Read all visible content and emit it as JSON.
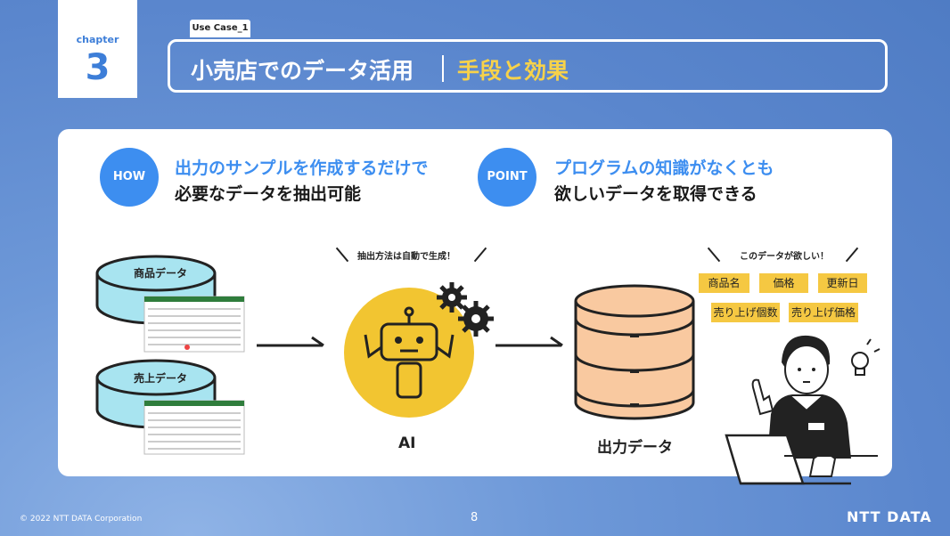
{
  "chapter": {
    "label": "chapter",
    "number": "3"
  },
  "header": {
    "usecase": "Use Case_1",
    "title_main": "小売店でのデータ活用",
    "title_accent": "手段と効果"
  },
  "how": {
    "badge": "HOW",
    "line1": "出力のサンプルを作成するだけで",
    "line2": "必要なデータを抽出可能"
  },
  "point": {
    "badge": "POINT",
    "line1": "プログラムの知識がなくとも",
    "line2": "欲しいデータを取得できる"
  },
  "diagram": {
    "db1_label": "商品データ",
    "db2_label": "売上データ",
    "ai_note": "抽出方法は自動で生成！",
    "ai_label": "AI",
    "output_label": "出力データ",
    "want_note": "このデータが欲しい！",
    "tags": [
      "商品名",
      "価格",
      "更新日",
      "売り上げ個数",
      "売り上げ価格"
    ]
  },
  "footer": {
    "copyright": "© 2022 NTT DATA Corporation",
    "page": "8",
    "logo": "NTT DATA"
  },
  "colors": {
    "accent_blue": "#3d8ef0",
    "accent_yellow": "#f7d24a",
    "cyan": "#a8e4f0",
    "peach": "#f9c9a0"
  }
}
